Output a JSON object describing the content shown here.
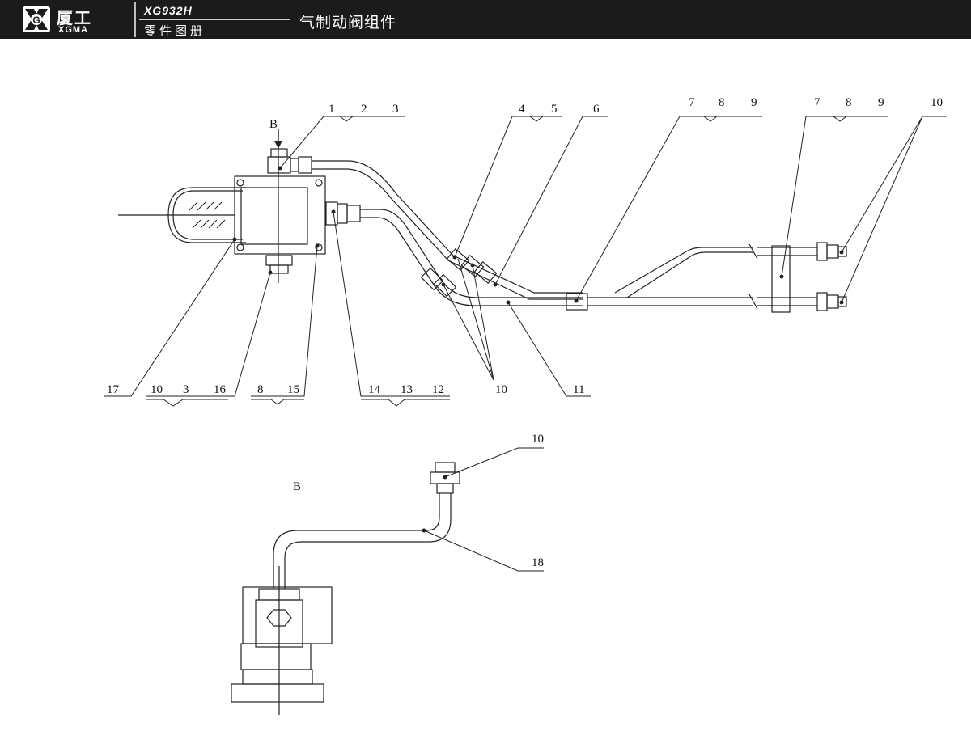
{
  "header": {
    "brand_cn": "厦工",
    "brand_en": "XGMA",
    "model": "XG932H",
    "catalog": "零件图册",
    "title": "气制动阀组件"
  },
  "drawing": {
    "view_arrow_label": "B",
    "view_b_label": "B",
    "callouts": [
      {
        "id": "c1",
        "text": "1"
      },
      {
        "id": "c2",
        "text": "2"
      },
      {
        "id": "c3",
        "text": "3"
      },
      {
        "id": "c4",
        "text": "4"
      },
      {
        "id": "c5",
        "text": "5"
      },
      {
        "id": "c6",
        "text": "6"
      },
      {
        "id": "c7a",
        "text": "7"
      },
      {
        "id": "c8a",
        "text": "8"
      },
      {
        "id": "c9a",
        "text": "9"
      },
      {
        "id": "c7b",
        "text": "7"
      },
      {
        "id": "c8b",
        "text": "8"
      },
      {
        "id": "c9b",
        "text": "9"
      },
      {
        "id": "c10a",
        "text": "10"
      },
      {
        "id": "c17",
        "text": "17"
      },
      {
        "id": "c10b",
        "text": "10"
      },
      {
        "id": "c3b",
        "text": "3"
      },
      {
        "id": "c16",
        "text": "16"
      },
      {
        "id": "c8c",
        "text": "8"
      },
      {
        "id": "c15",
        "text": "15"
      },
      {
        "id": "c14",
        "text": "14"
      },
      {
        "id": "c13",
        "text": "13"
      },
      {
        "id": "c12",
        "text": "12"
      },
      {
        "id": "c10c",
        "text": "10"
      },
      {
        "id": "c11",
        "text": "11"
      },
      {
        "id": "c10d",
        "text": "10"
      },
      {
        "id": "c18",
        "text": "18"
      }
    ]
  }
}
